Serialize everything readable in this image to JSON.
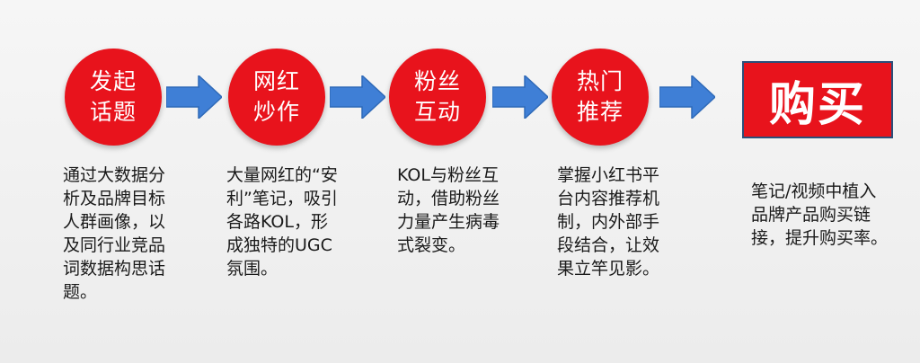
{
  "steps": [
    {
      "line1": "发起",
      "line2": "话题",
      "desc": "通过大数据分析及品牌目标人群画像，以及同行业竞品词数据构思话题。"
    },
    {
      "line1": "网红",
      "line2": "炒作",
      "desc": "大量网红的“安利”笔记，吸引各路KOL，形成独特的UGC氛围。"
    },
    {
      "line1": "粉丝",
      "line2": "互动",
      "desc": "KOL与粉丝互动，借助粉丝力量产生病毒式裂变。"
    },
    {
      "line1": "热门",
      "line2": "推荐",
      "desc": "掌握小红书平台内容推荐机制，内外部手段结合，让效果立竿见影。"
    }
  ],
  "final": {
    "label": "购买",
    "desc": "笔记/视频中植入品牌产品购买链接，提升购买率。"
  },
  "colors": {
    "circle": "#e8131c",
    "arrow": "#3f7fd6",
    "box_border": "#2a4f7a"
  }
}
